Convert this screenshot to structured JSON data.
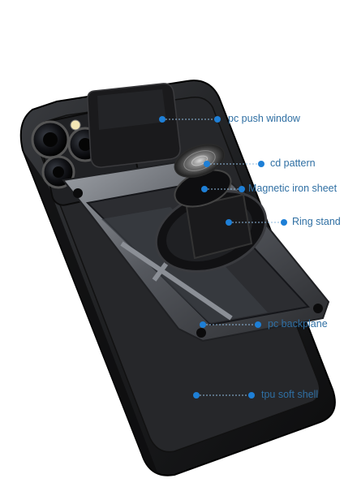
{
  "callouts": [
    {
      "text": "pc push window"
    },
    {
      "text": "cd pattern"
    },
    {
      "text": "Magnetic iron sheet"
    },
    {
      "text": "Ring stand"
    },
    {
      "text": "pc backplane"
    },
    {
      "text": "tpu soft shell"
    }
  ],
  "colors": {
    "callout_text": "#2f6fa3",
    "callout_dot": "#1e7fd6",
    "callout_line": "#8fb8dc",
    "case_body": "#1b1c1e",
    "armor_plate": "#6d7178"
  }
}
